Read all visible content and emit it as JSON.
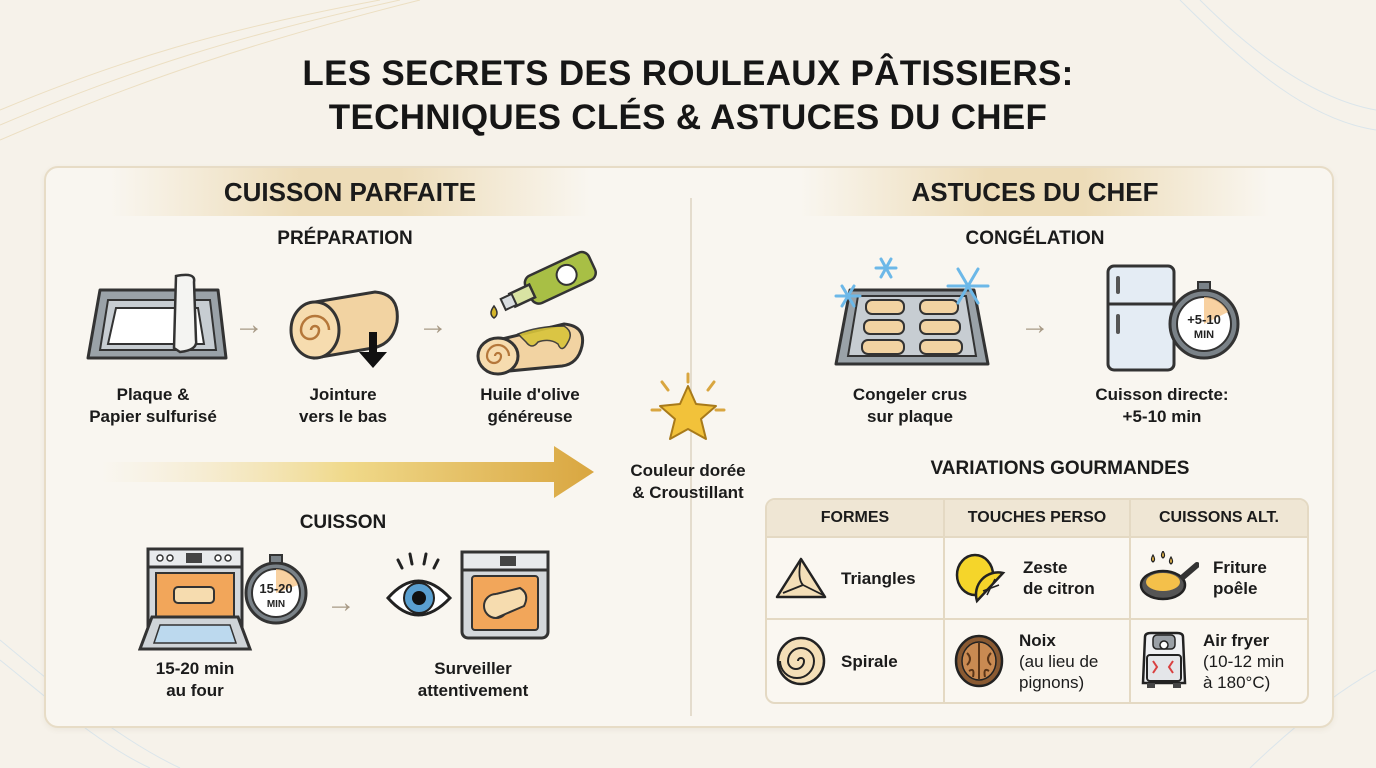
{
  "title": {
    "line1": "LES SECRETS DES ROULEAUX PÂTISSIERS:",
    "line2": "TECHNIQUES CLÉS & ASTUCES DU CHEF"
  },
  "left": {
    "header": "CUISSON PARFAITE",
    "preparation": {
      "title": "PRÉPARATION",
      "steps": [
        {
          "icon": "baking-tray-parchment-icon",
          "line1": "Plaque &",
          "line2": "Papier sulfurisé"
        },
        {
          "icon": "roll-seam-down-icon",
          "line1": "Jointure",
          "line2": "vers le bas"
        },
        {
          "icon": "olive-oil-bottle-icon",
          "line1": "Huile d'olive",
          "line2": "généreuse"
        }
      ]
    },
    "result": {
      "icon": "star-icon",
      "line1": "Couleur dorée",
      "line2": "& Croustillant"
    },
    "cuisson": {
      "title": "CUISSON",
      "timer_label": "15-20",
      "timer_unit": "MIN",
      "steps": [
        {
          "icon": "oven-timer-icon",
          "line1": "15-20 min",
          "line2": "au four"
        },
        {
          "icon": "eye-oven-icon",
          "line1": "Surveiller",
          "line2": "attentivement"
        }
      ]
    }
  },
  "right": {
    "header": "ASTUCES DU CHEF",
    "congelation": {
      "title": "CONGÉLATION",
      "timer_label": "+5-10",
      "timer_unit": "MIN",
      "steps": [
        {
          "icon": "frozen-tray-icon",
          "line1": "Congeler crus",
          "line2": "sur plaque"
        },
        {
          "icon": "fridge-timer-icon",
          "line1": "Cuisson directe:",
          "line2": "+5-10 min"
        }
      ]
    },
    "variations": {
      "title": "VARIATIONS GOURMANDES",
      "columns": [
        "FORMES",
        "TOUCHES PERSO",
        "CUISSONS ALT."
      ],
      "rows": [
        [
          {
            "icon": "triangle-pastry-icon",
            "label": "Triangles",
            "note": ""
          },
          {
            "icon": "lemon-icon",
            "label": "Zeste de citron",
            "line1": "Zeste",
            "line2": "de citron",
            "note": ""
          },
          {
            "icon": "frying-pan-icon",
            "label": "Friture poêle",
            "line1": "Friture",
            "line2": "poêle",
            "note": ""
          }
        ],
        [
          {
            "icon": "spiral-pastry-icon",
            "label": "Spirale",
            "note": ""
          },
          {
            "icon": "walnut-icon",
            "label": "Noix",
            "note1": "(au lieu de",
            "note2": "pignons)"
          },
          {
            "icon": "air-fryer-icon",
            "label": "Air fryer",
            "note1": "(10-12 min",
            "note2": "à 180°C)"
          }
        ]
      ]
    }
  },
  "colors": {
    "background": "#f6f2ea",
    "panel": "#f9f6f0",
    "gold": "#e0b24a",
    "header_band": "#eddcb8",
    "arrow_grey": "#a89a86",
    "ice_blue": "#6cb8e8"
  }
}
